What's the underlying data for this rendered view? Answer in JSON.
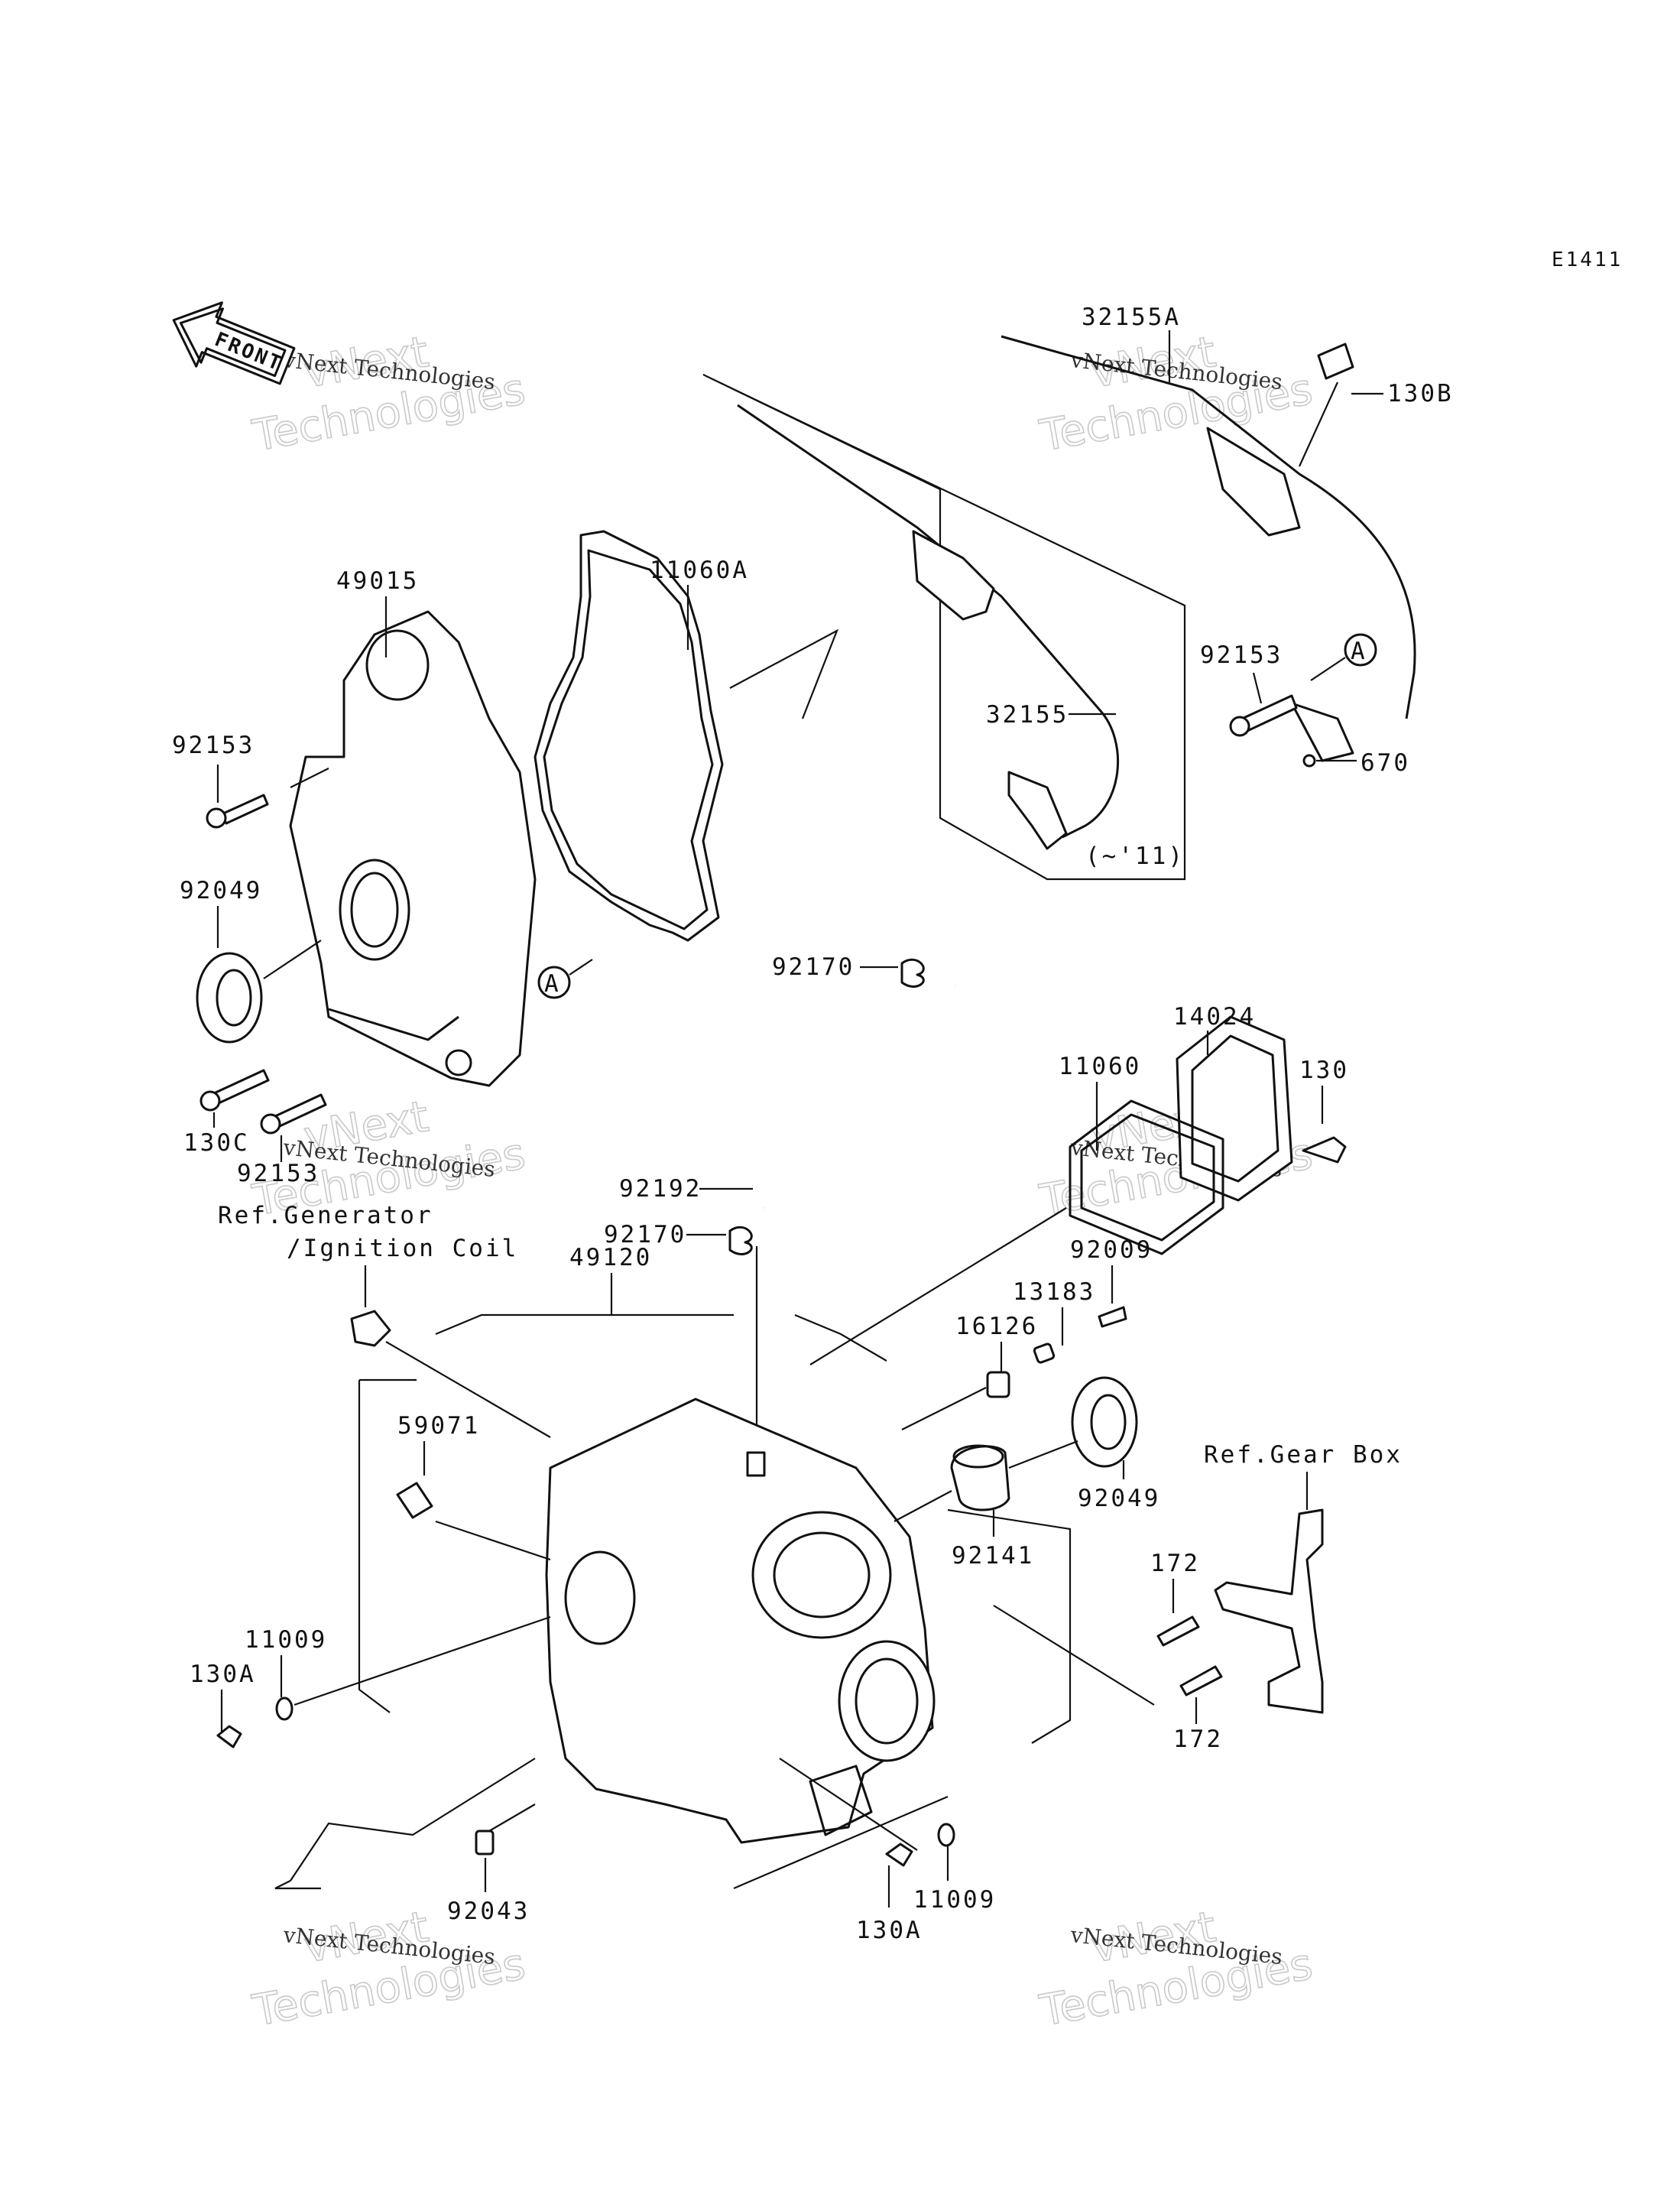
{
  "diagram": {
    "code": "E1411",
    "front_label": "FRONT",
    "watermark": {
      "brand": "vNext Technologies",
      "outline_top": "vNext",
      "outline_bottom": "Technologies"
    },
    "parts": [
      {
        "key": "p32155A",
        "label": "32155A"
      },
      {
        "key": "p130B",
        "label": "130B"
      },
      {
        "key": "p49015",
        "label": "49015"
      },
      {
        "key": "p11060A",
        "label": "11060A"
      },
      {
        "key": "p92153a",
        "label": "92153"
      },
      {
        "key": "p92153b",
        "label": "92153"
      },
      {
        "key": "p92153c",
        "label": "92153"
      },
      {
        "key": "p32155",
        "label": "32155"
      },
      {
        "key": "p670",
        "label": "670"
      },
      {
        "key": "p11year",
        "label": "(~'11)"
      },
      {
        "key": "p92049a",
        "label": "92049"
      },
      {
        "key": "p92170a",
        "label": "92170"
      },
      {
        "key": "p14024",
        "label": "14024"
      },
      {
        "key": "p11060",
        "label": "11060"
      },
      {
        "key": "p130",
        "label": "130"
      },
      {
        "key": "p130C",
        "label": "130C"
      },
      {
        "key": "p92192",
        "label": "92192"
      },
      {
        "key": "p92170b",
        "label": "92170"
      },
      {
        "key": "pRefGen1",
        "label": "Ref.Generator"
      },
      {
        "key": "pRefGen2",
        "label": "/Ignition Coil"
      },
      {
        "key": "p49120",
        "label": "49120"
      },
      {
        "key": "p92009",
        "label": "92009"
      },
      {
        "key": "p13183",
        "label": "13183"
      },
      {
        "key": "p16126",
        "label": "16126"
      },
      {
        "key": "p59071",
        "label": "59071"
      },
      {
        "key": "pRefGear",
        "label": "Ref.Gear Box"
      },
      {
        "key": "p92049b",
        "label": "92049"
      },
      {
        "key": "p92141",
        "label": "92141"
      },
      {
        "key": "p172a",
        "label": "172"
      },
      {
        "key": "p172b",
        "label": "172"
      },
      {
        "key": "p11009a",
        "label": "11009"
      },
      {
        "key": "p130Aa",
        "label": "130A"
      },
      {
        "key": "p92043",
        "label": "92043"
      },
      {
        "key": "p11009b",
        "label": "11009"
      },
      {
        "key": "p130Ab",
        "label": "130A"
      },
      {
        "key": "pA1",
        "label": "A"
      },
      {
        "key": "pA2",
        "label": "A"
      }
    ]
  }
}
